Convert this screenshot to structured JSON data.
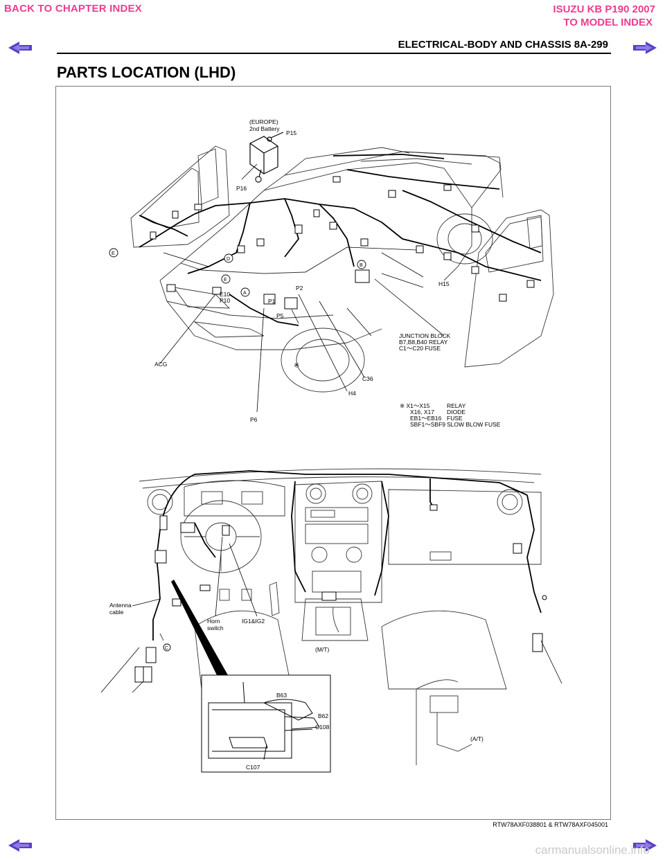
{
  "nav": {
    "back_chapter": "BACK TO CHAPTER INDEX",
    "model_line1": "ISUZU KB P190 2007",
    "model_line2": "TO MODEL INDEX",
    "arrow_color": "#5a3fc4",
    "link_color": "#ee3b8f"
  },
  "header": {
    "title": "ELECTRICAL-BODY AND CHASSIS  8A-299"
  },
  "page": {
    "title": "PARTS LOCATION (LHD)"
  },
  "top_figure": {
    "labels": {
      "europe": "(EUROPE)",
      "second_battery": "2nd Battery",
      "p15": "P15",
      "p16": "P16",
      "e_circle": "E",
      "d_circle": "D",
      "a_circle": "A",
      "b_circle": "B",
      "e10": "E10",
      "p10": "P10",
      "p1": "P1",
      "p2": "P2",
      "p5": "P5",
      "h15": "H15",
      "junction1": "JUNCTION BLOCK",
      "junction2": "B7,B8,B40 RELAY",
      "junction3": "C1～C20 FUSE",
      "acg": "ACG",
      "mark": "※",
      "c36": "C36",
      "h4": "H4",
      "p6": "P6"
    },
    "legend": [
      {
        "code": "※ X1～X15",
        "desc": "RELAY"
      },
      {
        "code": "X16, X17",
        "desc": "DIODE"
      },
      {
        "code": "EB1～EB16",
        "desc": "FUSE"
      },
      {
        "code": "SBF1～SBF9",
        "desc": "SLOW BLOW FUSE"
      }
    ]
  },
  "bottom_figure": {
    "labels": {
      "antenna1": "Antenna",
      "antenna2": "cable",
      "horn1": "Horn",
      "horn2": "switch",
      "ig": "IG1&IG2",
      "c_circle": "C",
      "mt": "(M/T)",
      "at": "(A/T)",
      "b63": "B63",
      "b62": "B62",
      "c108": "C108",
      "c107": "C107"
    }
  },
  "caption": "RTW78AXF038801 & RTW78AXF045001",
  "watermark": "carmanualsonline.info"
}
